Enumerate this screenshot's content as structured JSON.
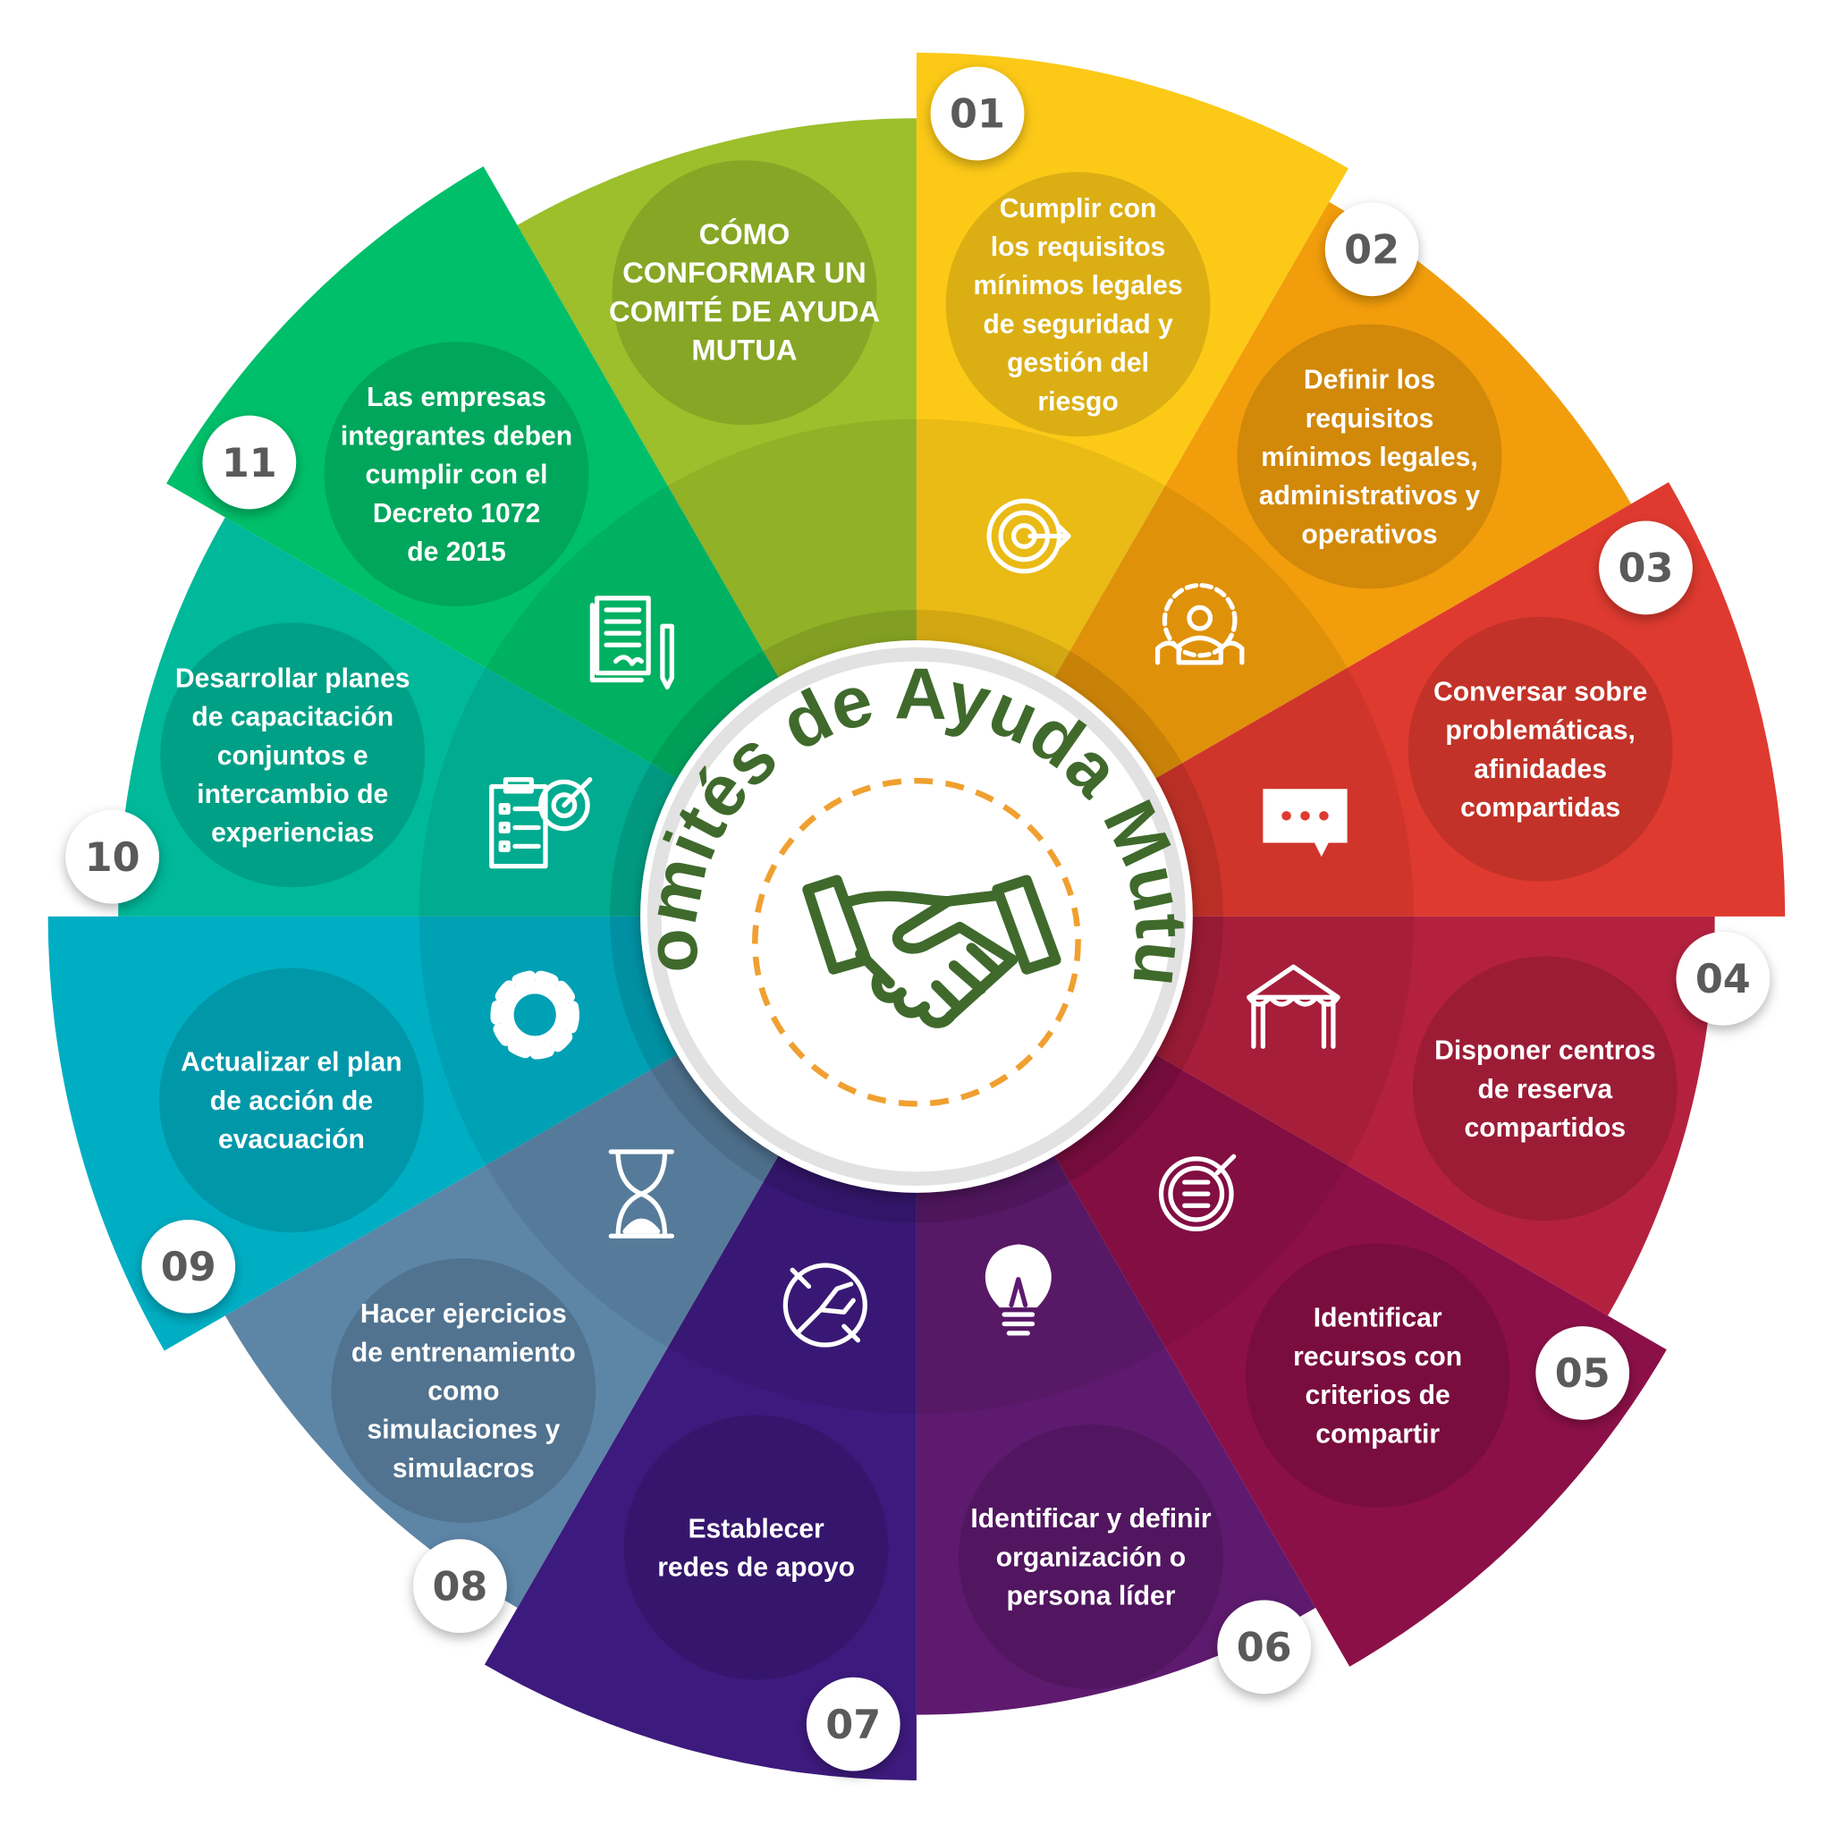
{
  "center": {
    "title": "Comités de Ayuda Mutua",
    "icon": "handshake-icon",
    "title_color": "#3f6a2c",
    "dash_color": "#f0a030"
  },
  "header_segment": {
    "lines": [
      "CÓMO",
      "CONFORMAR UN",
      "COMITÉ DE AYUDA",
      "MUTUA"
    ],
    "color": "#9cbf2b"
  },
  "steps": [
    {
      "number": "01",
      "lines": [
        "Cumplir con",
        "los requisitos",
        "mínimos legales",
        "de seguridad y",
        "gestión del",
        "riesgo"
      ],
      "icon": "target-icon",
      "color": "#fcc917"
    },
    {
      "number": "02",
      "lines": [
        "Definir los",
        "requisitos",
        "mínimos legales,",
        "administrativos y",
        "operativos"
      ],
      "icon": "team-gear-icon",
      "color": "#f29d0b"
    },
    {
      "number": "03",
      "lines": [
        "Conversar sobre",
        "problemáticas,",
        "afinidades",
        "compartidas"
      ],
      "icon": "chat-bubble-icon",
      "color": "#df3a2f"
    },
    {
      "number": "04",
      "lines": [
        "Disponer centros",
        "de reserva",
        "compartidos"
      ],
      "icon": "tent-icon",
      "color": "#b4213f"
    },
    {
      "number": "05",
      "lines": [
        "Identificar",
        "recursos con",
        "criterios de",
        "compartir"
      ],
      "icon": "target-list-icon",
      "color": "#8c1048"
    },
    {
      "number": "06",
      "lines": [
        "Identificar y definir",
        "organización o",
        "persona líder"
      ],
      "icon": "lightbulb-icon",
      "color": "#5e1a6e"
    },
    {
      "number": "07",
      "lines": [
        "Establecer",
        "redes de apoyo"
      ],
      "icon": "helping-hand-icon",
      "color": "#3d1a7d"
    },
    {
      "number": "08",
      "lines": [
        "Hacer ejercicios",
        "de entrenamiento",
        "como",
        "simulaciones y",
        "simulacros"
      ],
      "icon": "hourglass-icon",
      "color": "#5d85a6"
    },
    {
      "number": "09",
      "lines": [
        "Actualizar el plan",
        "de acción de",
        "evacuación"
      ],
      "icon": "gear-icon",
      "color": "#00aec3"
    },
    {
      "number": "10",
      "lines": [
        "Desarrollar planes",
        "de capacitación",
        "conjuntos e",
        "intercambio de",
        "experiencias"
      ],
      "icon": "clipboard-target-icon",
      "color": "#00b89a"
    },
    {
      "number": "11",
      "lines": [
        "Las empresas",
        "integrantes deben",
        "cumplir con el",
        "Decreto 1072",
        "de 2015"
      ],
      "icon": "signed-document-icon",
      "color": "#00bf6a"
    }
  ]
}
